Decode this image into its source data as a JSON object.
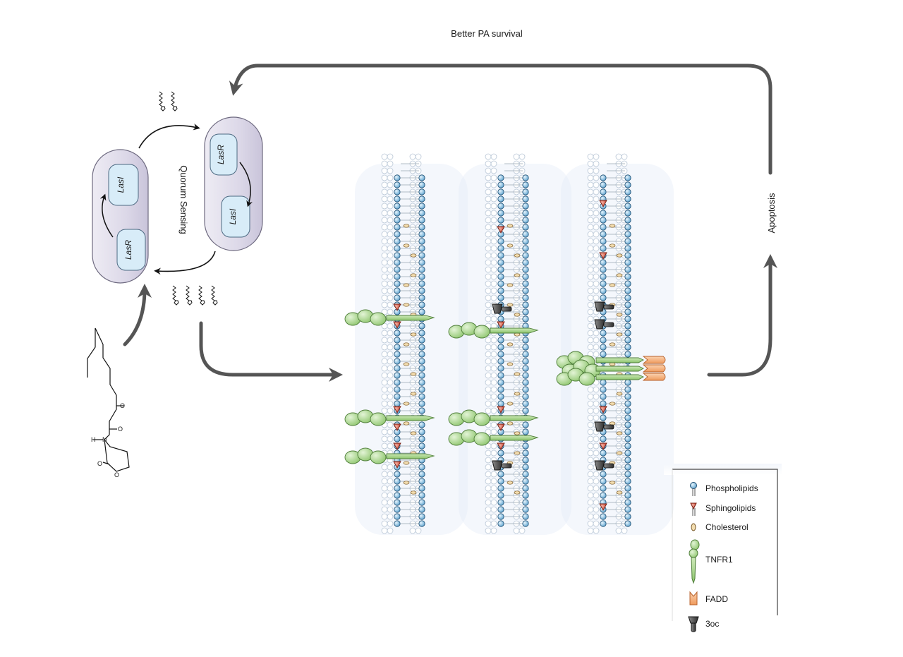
{
  "top_label": "Better PA survival",
  "side_label": "Apoptosis",
  "quorum_label": "Quorum Sensing",
  "bacteria": {
    "left": {
      "top_protein": "LasI",
      "bottom_protein": "LasR"
    },
    "right": {
      "top_protein": "LasR",
      "bottom_protein": "LasI"
    }
  },
  "molecule_atoms": {
    "oxygen": "O",
    "nitrogen": "N",
    "hydrogen": "H"
  },
  "legend": {
    "items": [
      {
        "key": "phospholipids",
        "label": "Phospholipids",
        "color": "#7fb8dd"
      },
      {
        "key": "sphingolipids",
        "label": "Sphingolipids",
        "color": "#d9533f"
      },
      {
        "key": "cholesterol",
        "label": "Cholesterol",
        "color": "#f2dcae"
      },
      {
        "key": "tnfr1",
        "label": "TNFR1",
        "color": "#a9d38c"
      },
      {
        "key": "fadd",
        "label": "FADD",
        "color": "#f4ad74"
      },
      {
        "key": "3oc",
        "label": "3oc",
        "color": "#555555"
      }
    ]
  },
  "colors": {
    "arrow": "#555555",
    "bacterium_fill": "#d9d6e6",
    "protein_fill": "#d8ecf8",
    "membrane_glow": "#dfe7f7"
  }
}
